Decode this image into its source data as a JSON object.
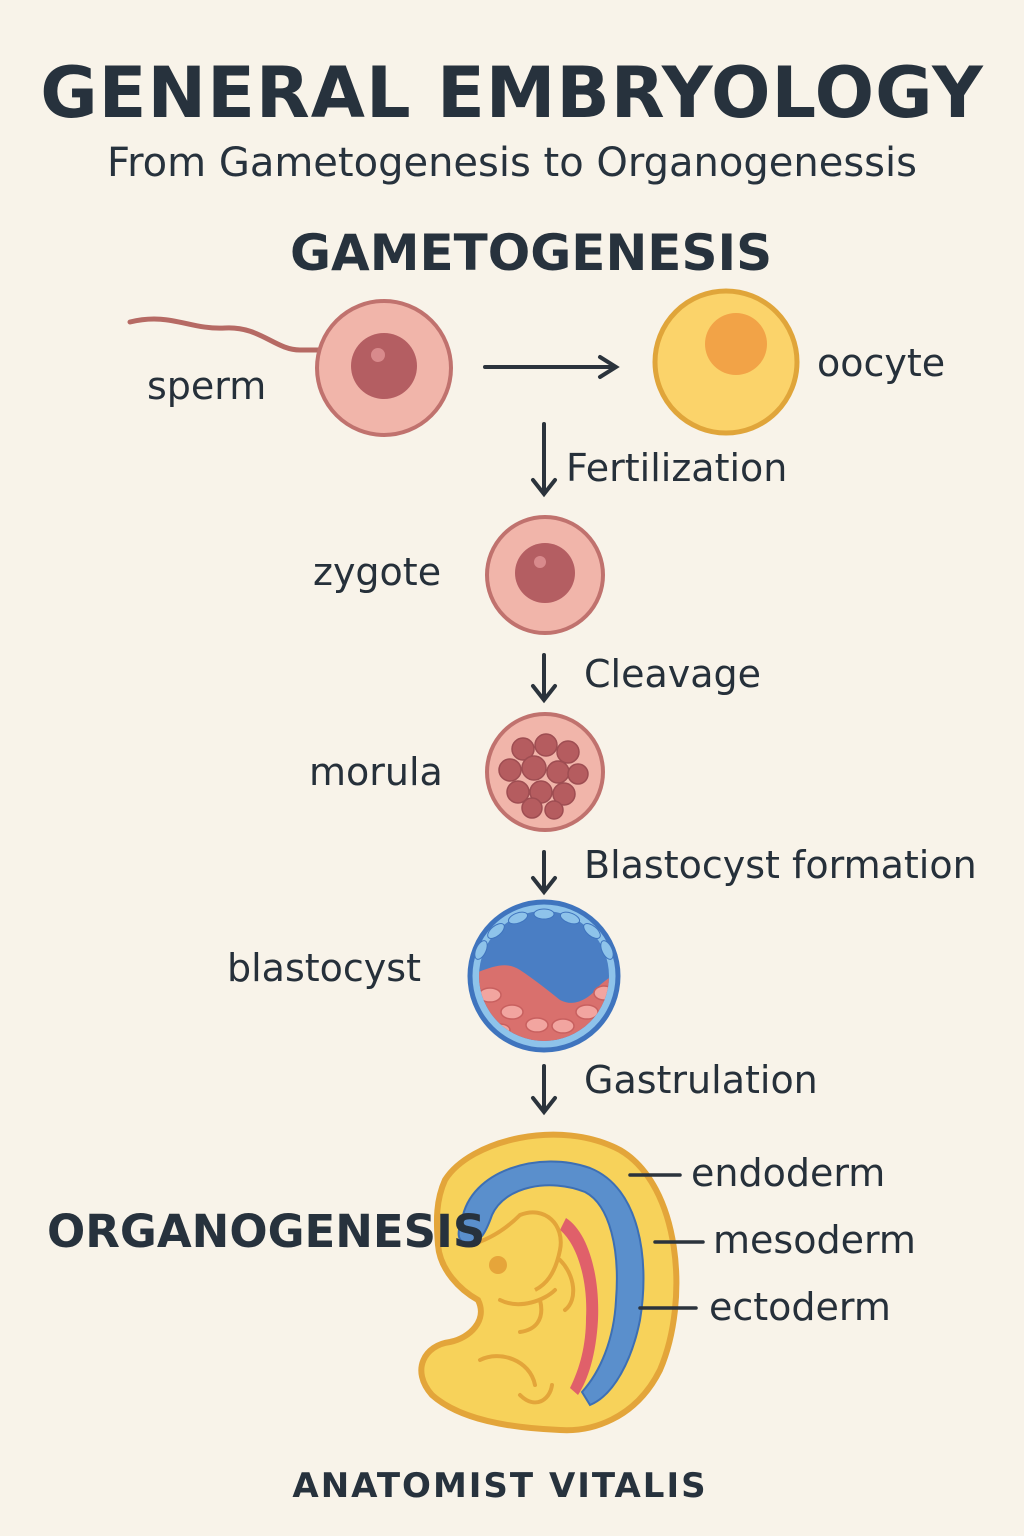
{
  "title": "GENERAL EMBRYOLOGY",
  "subtitle": "From Gametogenesis to Organogenessis",
  "sections": {
    "gametogenesis": "GAMETOGENESIS",
    "organogenesis": "ORGANOGENESIS"
  },
  "cells": {
    "sperm": "sperm",
    "oocyte": "oocyte",
    "zygote": "zygote",
    "morula": "morula",
    "blastocyst": "blastocyst"
  },
  "steps": {
    "fertilization": "Fertilization",
    "cleavage": "Cleavage",
    "blastocyst_formation": "Blastocyst formation",
    "gastrulation": "Gastrulation"
  },
  "germ_layers": {
    "endoderm": "endoderm",
    "mesoderm": "mesoderm",
    "ectoderm": "ectoderm"
  },
  "credit": "ANATOMIST VITALIS",
  "colors": {
    "background": "#f8f3e9",
    "text": "#26303a",
    "cell_pink": "#f2b6ab",
    "cell_outline": "#c0726e",
    "oocyte_yellow": "#fbd46a",
    "oocyte_outline": "#e0a53a",
    "blastocyst_blue": "#4b7fc4",
    "embryo_yellow": "#f7d25a",
    "mesoderm_red": "#e0606a"
  }
}
